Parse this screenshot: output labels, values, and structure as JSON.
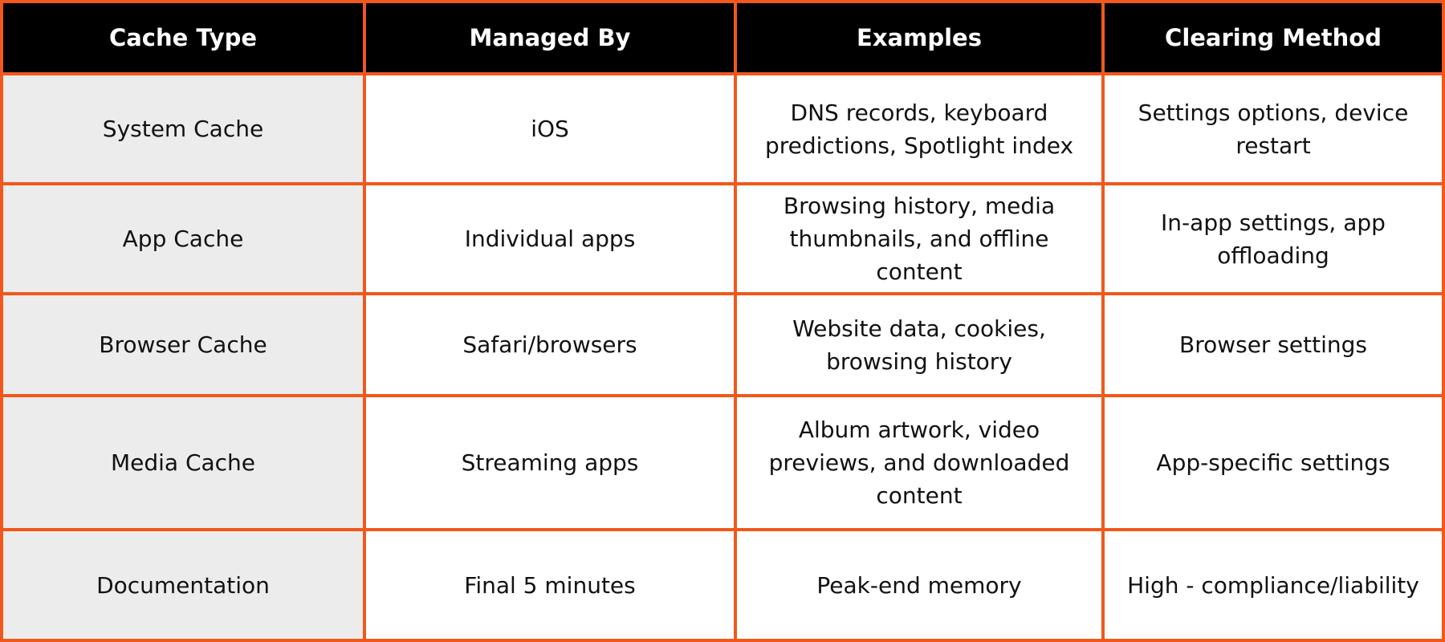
{
  "colors": {
    "border": "#F1581B",
    "header_bg": "#000000",
    "header_text": "#FFFFFF",
    "first_column_bg": "#ECECEC",
    "cell_bg": "#FFFFFF",
    "cell_text": "#111111"
  },
  "table": {
    "headers": [
      "Cache Type",
      "Managed By",
      "Examples",
      "Clearing Method"
    ],
    "rows": [
      [
        "System Cache",
        "iOS",
        "DNS records, keyboard predictions, Spotlight index",
        "Settings options, device restart"
      ],
      [
        "App Cache",
        "Individual apps",
        "Browsing history, media thumbnails, and offline content",
        "In-app settings, app offloading"
      ],
      [
        "Browser Cache",
        "Safari/browsers",
        "Website data, cookies, browsing history",
        "Browser settings"
      ],
      [
        "Media Cache",
        "Streaming apps",
        "Album artwork, video previews, and downloaded content",
        "App-specific settings"
      ],
      [
        "Documentation",
        "Final 5 minutes",
        "Peak-end memory",
        "High - compliance/liability"
      ]
    ]
  }
}
